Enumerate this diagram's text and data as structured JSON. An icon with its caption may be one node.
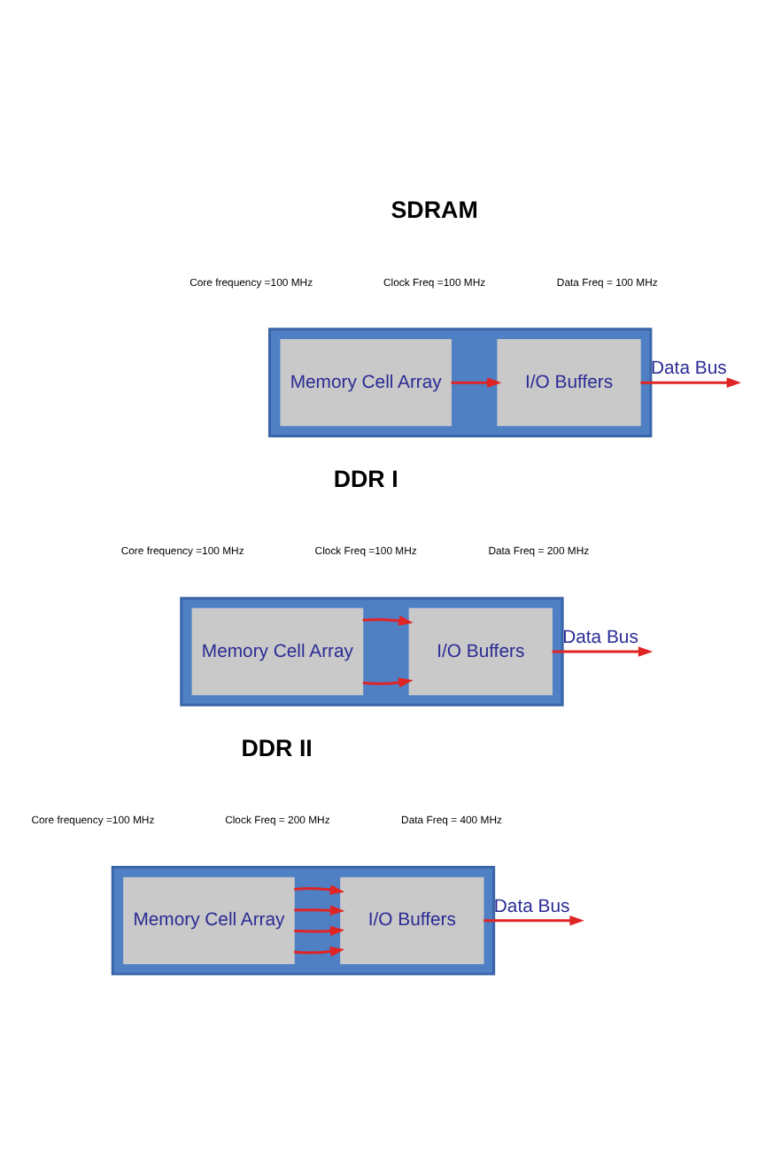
{
  "diagram": {
    "nodes": [
      {
        "text": [],
        "shape": "box"
      },
      {
        "text": [
          "Memory Cell Array"
        ],
        "in": 0
      },
      {
        "text": [
          "I/O Buffers"
        ],
        "in": 0
      },
      {
        "text": [],
        "shape": "box"
      },
      {
        "text": [
          "Memory Cell Array"
        ],
        "in": 3
      },
      {
        "text": [
          "I/O Buffers"
        ],
        "in": 3
      },
      {
        "text": [],
        "shape": "box"
      },
      {
        "text": [
          "Memory Cell Array"
        ],
        "in": 6
      },
      {
        "text": [
          "I/O Buffers"
        ],
        "in": 6
      }
    ],
    "edges": [
      {
        "from": 1,
        "to": 2,
        "arrow": "to"
      },
      {
        "from": 2,
        "to": null,
        "arrow": "to",
        "label": "Data Bus"
      },
      {
        "from": 4,
        "to": 5,
        "arrow": "to"
      },
      {
        "from": 4,
        "to": 5,
        "arrow": "to"
      },
      {
        "from": 5,
        "to": null,
        "arrow": "to",
        "label": "Data Bus"
      },
      {
        "from": 7,
        "to": 8,
        "arrow": "to"
      },
      {
        "from": 7,
        "to": 8,
        "arrow": "to"
      },
      {
        "from": 7,
        "to": 8,
        "arrow": "to"
      },
      {
        "from": 7,
        "to": 8,
        "arrow": "to"
      },
      {
        "from": 8,
        "to": null,
        "arrow": "to",
        "label": "Data Bus"
      }
    ],
    "labels": [
      "SDRAM",
      "Core frequency =100 MHz",
      "Clock Freq =100 MHz",
      "Data Freq = 100 MHz",
      "DDR I",
      "Core frequency =100 MHz",
      "Clock Freq =100 MHz",
      "Data Freq = 200 MHz",
      "DDR II",
      "Core frequency =100 MHz",
      "Clock Freq = 200 MHz",
      "Data Freq = 400 MHz"
    ]
  }
}
